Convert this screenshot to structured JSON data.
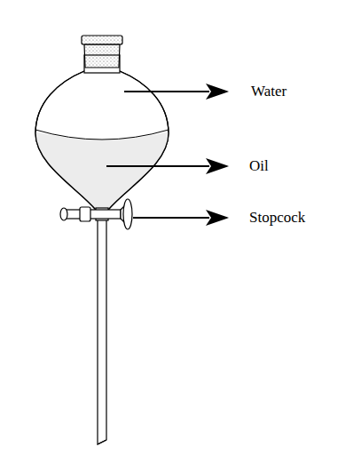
{
  "diagram": {
    "labels": [
      "Water",
      "Oil",
      "Stopcock"
    ]
  }
}
